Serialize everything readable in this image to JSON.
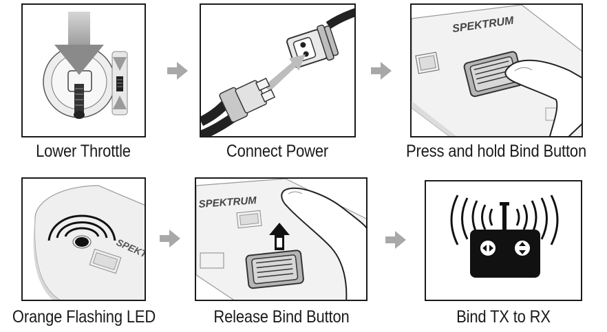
{
  "steps": [
    {
      "label": "Lower Throttle",
      "icon": "throttle-stick-down-icon"
    },
    {
      "label": "Connect Power",
      "icon": "battery-connector-icon"
    },
    {
      "label": "Press and hold Bind Button",
      "icon": "press-bind-button-icon"
    },
    {
      "label": "Orange Flashing LED",
      "icon": "flashing-led-icon"
    },
    {
      "label": "Release Bind Button",
      "icon": "release-bind-button-icon"
    },
    {
      "label": "Bind TX to RX",
      "icon": "transmitter-signal-icon"
    }
  ],
  "receiver_brand": "SPEKTRUM",
  "colors": {
    "ink": "#1a1a1a",
    "gray_fill": "#e6e6e6",
    "arrow_gray": "#a8a8a8",
    "light_gray": "#f2f2f2"
  }
}
